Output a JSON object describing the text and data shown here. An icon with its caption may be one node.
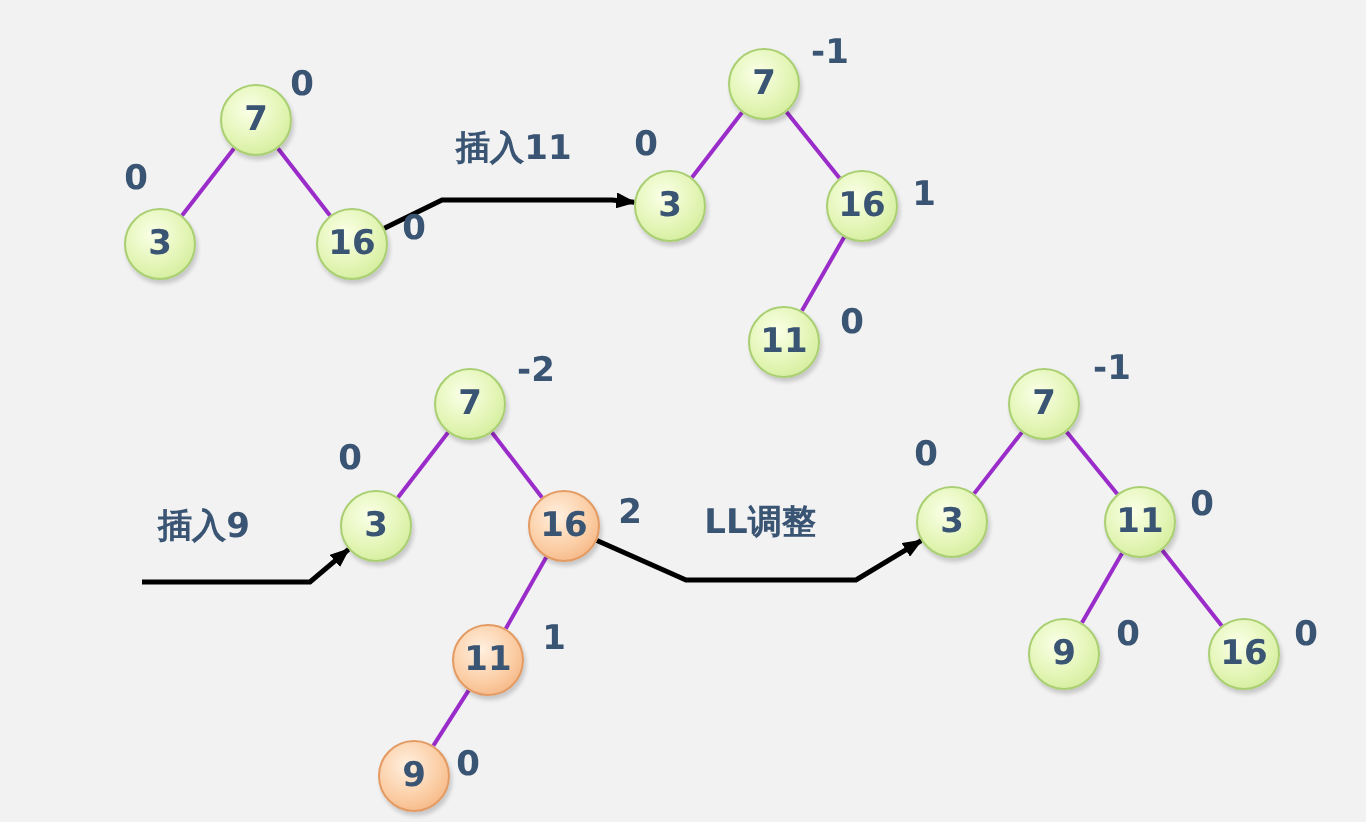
{
  "diagram": {
    "nodes": [
      {
        "text": [
          "7"
        ],
        "beside": [
          "0"
        ]
      },
      {
        "text": [
          "3"
        ],
        "beside": [
          "0"
        ]
      },
      {
        "text": [
          "16"
        ],
        "beside": [
          "0"
        ]
      },
      {
        "text": [
          "7"
        ],
        "beside": [
          "-1"
        ]
      },
      {
        "text": [
          "3"
        ],
        "beside": [
          "0"
        ]
      },
      {
        "text": [
          "16"
        ],
        "beside": [
          "1"
        ]
      },
      {
        "text": [
          "11"
        ],
        "beside": [
          "0"
        ]
      },
      {
        "text": [
          "7"
        ],
        "beside": [
          "-2"
        ]
      },
      {
        "text": [
          "3"
        ],
        "beside": [
          "0"
        ]
      },
      {
        "text": [
          "16"
        ],
        "beside": [
          "2"
        ]
      },
      {
        "text": [
          "11"
        ],
        "beside": [
          "1"
        ]
      },
      {
        "text": [
          "9"
        ],
        "beside": [
          "0"
        ]
      },
      {
        "text": [
          "7"
        ],
        "beside": [
          "-1"
        ]
      },
      {
        "text": [
          "3"
        ],
        "beside": [
          "0"
        ]
      },
      {
        "text": [
          "11"
        ],
        "beside": [
          "0"
        ]
      },
      {
        "text": [
          "9"
        ],
        "beside": [
          "0"
        ]
      },
      {
        "text": [
          "16"
        ],
        "beside": [
          "0"
        ]
      }
    ],
    "edges": [
      {
        "from": 0,
        "to": 1,
        "arrow": "none"
      },
      {
        "from": 0,
        "to": 2,
        "arrow": "none"
      },
      {
        "from": 2,
        "to": 4,
        "arrow": "to",
        "label": "插入11",
        "color": "#000000"
      },
      {
        "from": 3,
        "to": 4,
        "arrow": "none"
      },
      {
        "from": 3,
        "to": 5,
        "arrow": "none"
      },
      {
        "from": 5,
        "to": 6,
        "arrow": "none"
      },
      {
        "from": null,
        "to": 8,
        "arrow": "to",
        "label": "插入9",
        "color": "#000000"
      },
      {
        "from": 7,
        "to": 8,
        "arrow": "none"
      },
      {
        "from": 7,
        "to": 9,
        "arrow": "none"
      },
      {
        "from": 9,
        "to": 10,
        "arrow": "none"
      },
      {
        "from": 10,
        "to": 11,
        "arrow": "none"
      },
      {
        "from": 9,
        "to": 13,
        "arrow": "to",
        "label": "LL调整",
        "color": "#000000"
      },
      {
        "from": 12,
        "to": 13,
        "arrow": "none"
      },
      {
        "from": 12,
        "to": 14,
        "arrow": "none"
      },
      {
        "from": 14,
        "to": 15,
        "arrow": "none"
      },
      {
        "from": 14,
        "to": 16,
        "arrow": "none"
      }
    ]
  }
}
